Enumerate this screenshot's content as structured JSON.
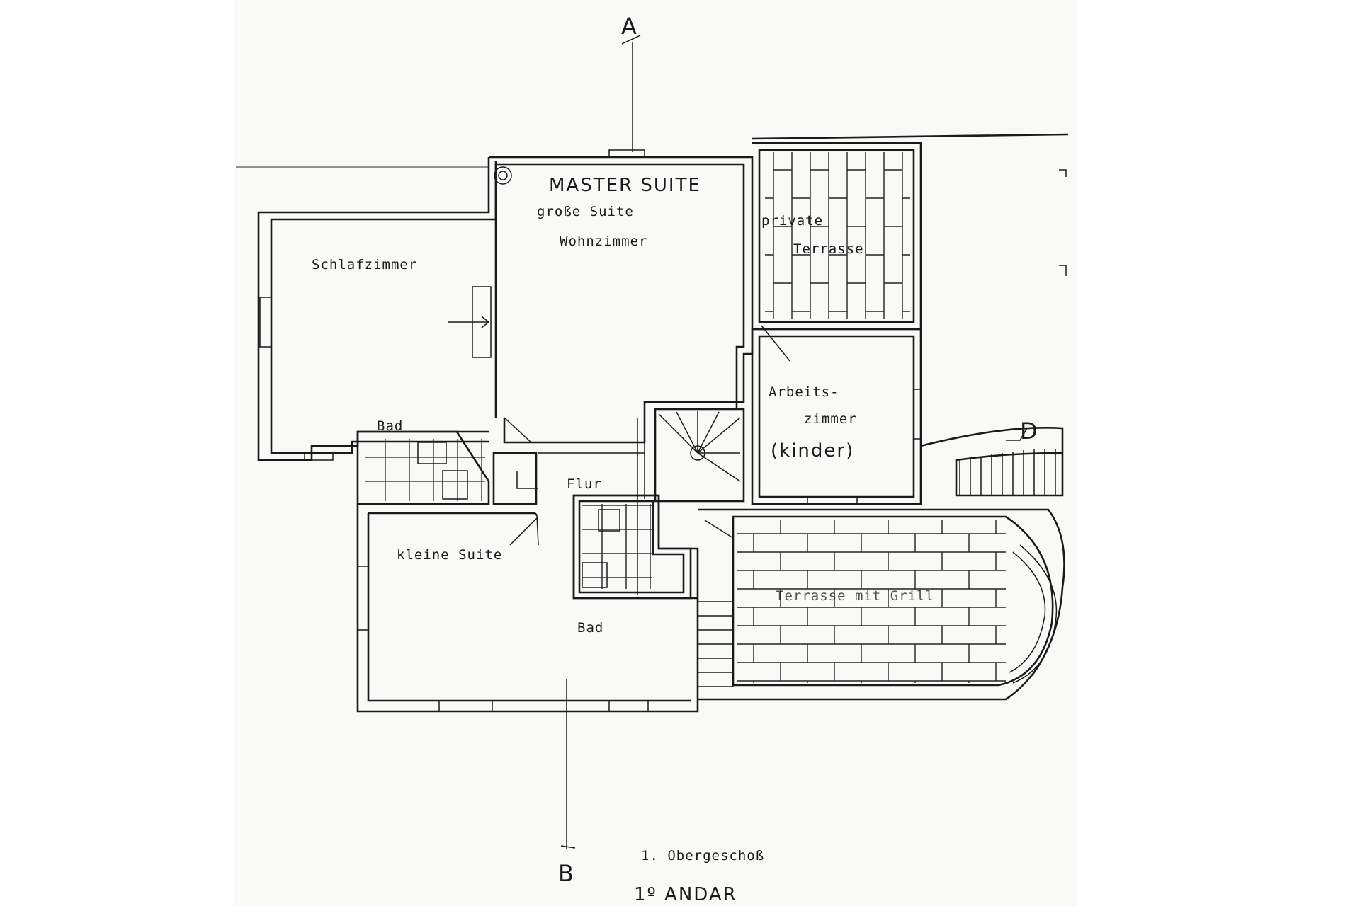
{
  "plan": {
    "section_a": "A",
    "section_b": "B",
    "section_d": "D",
    "floor_caption": "1. Obergeschoß",
    "floor_caption_pt": "1º ANDAR",
    "rooms": {
      "master_suite": "MASTER SUITE",
      "grosse_suite": "große Suite",
      "wohnzimmer": "Wohnzimmer",
      "schlafzimmer": "Schlafzimmer",
      "private_terrasse_1": "private",
      "private_terrasse_2": "Terrasse",
      "arbeitszimmer_1": "Arbeits-",
      "arbeitszimmer_2": "zimmer",
      "arbeitszimmer_3": "(kinder)",
      "bad_small": "Bad",
      "flur": "Flur",
      "kleine_suite": "kleine Suite",
      "bad_large": "Bad",
      "terrasse_grill": "Terrasse mit Grill"
    }
  }
}
